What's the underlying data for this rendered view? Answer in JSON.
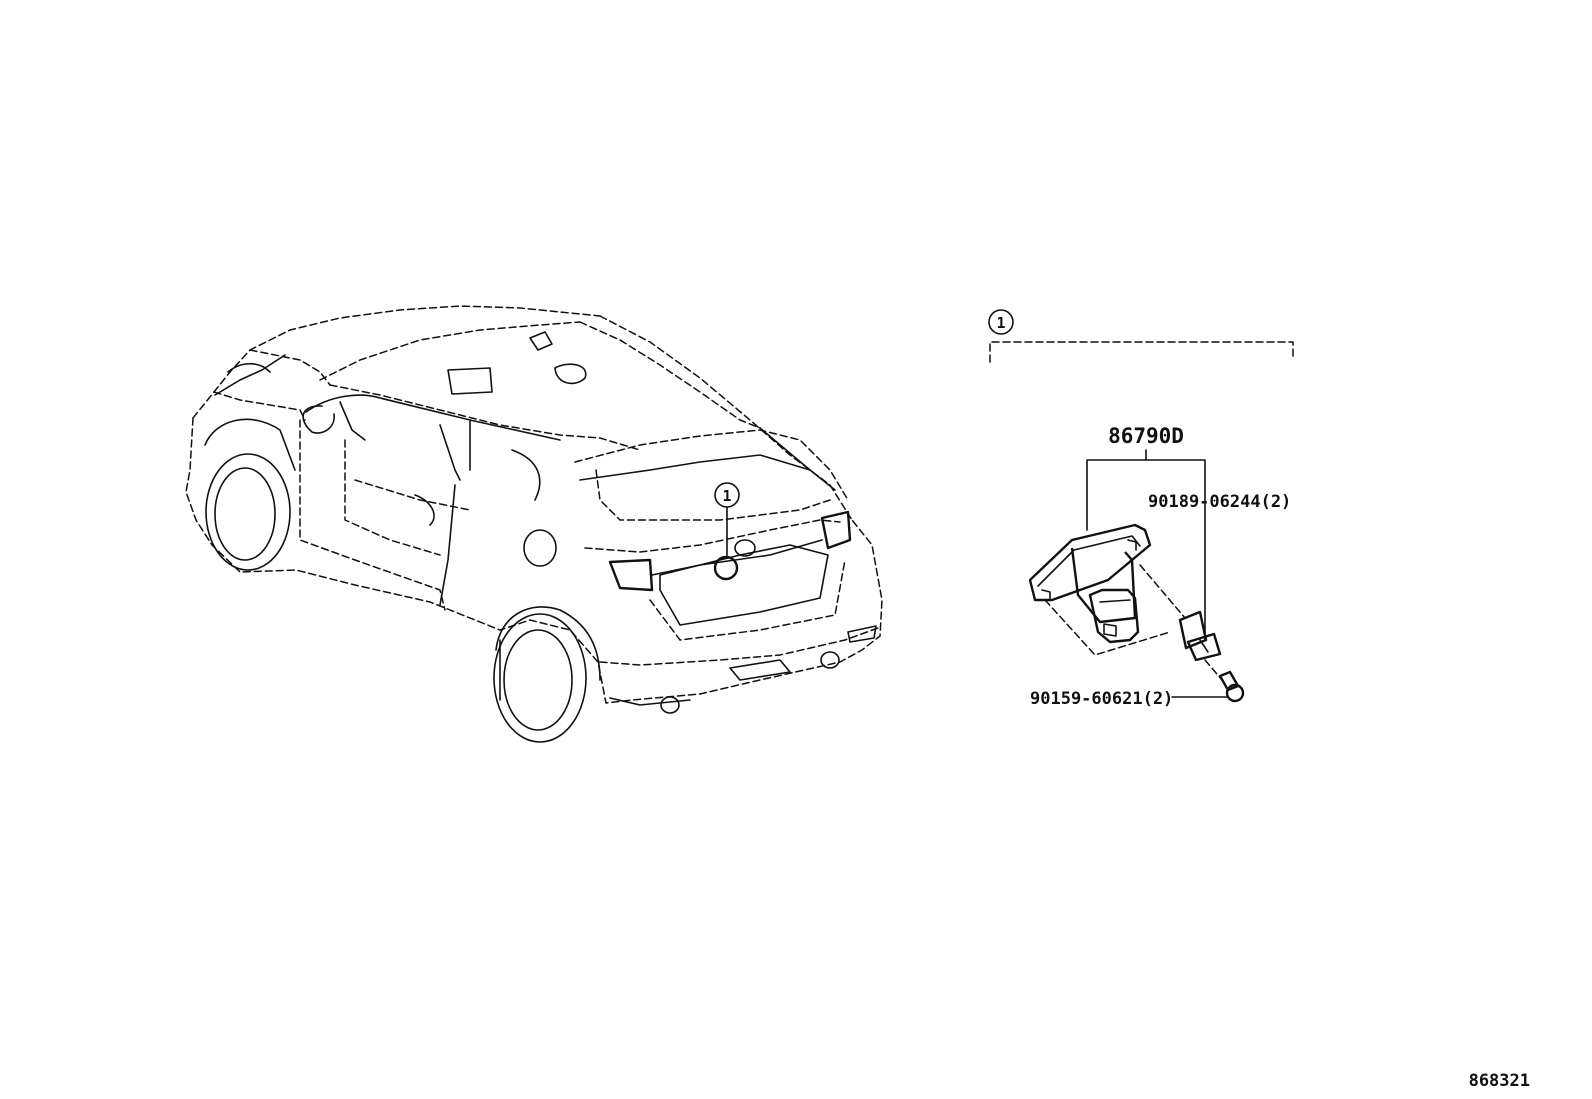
{
  "callouts": {
    "ref_number": "1",
    "assembly_part": "86790D",
    "clip_part": "90189-06244(2)",
    "screw_part": "90159-60621(2)"
  },
  "illustration_id": "868321"
}
